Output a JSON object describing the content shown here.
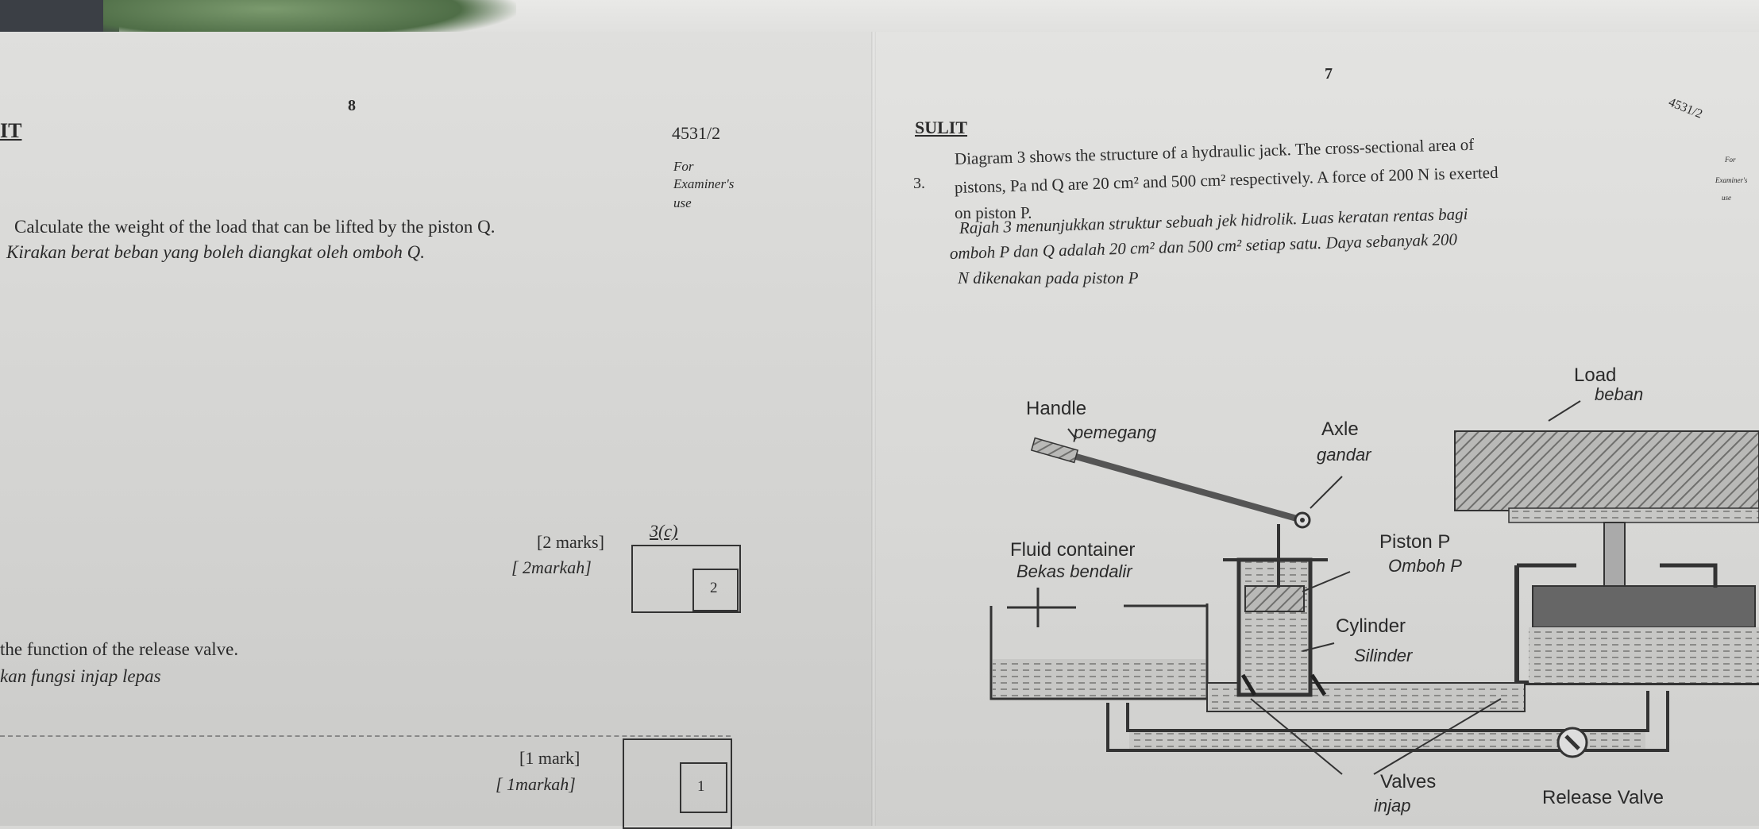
{
  "left_page": {
    "page_number": "8",
    "edge_letter": "IT",
    "paper_code": "4531/2",
    "examiner_note": [
      "For",
      "Examiner's",
      "use"
    ],
    "question_prompt_en": "Calculate the weight of the load that can be lifted by the piston Q.",
    "question_prompt_ms": "Kirakan berat beban yang boleh diangkat oleh omboh Q.",
    "marks_en_1": "[2 marks]",
    "marks_ms_1": "[ 2markah]",
    "question_ref": "3(c)",
    "score_1": "2",
    "function_prompt_en": "the function of the release valve.",
    "function_prompt_ms": "kan fungsi injap lepas",
    "marks_en_2": "[1 mark]",
    "marks_ms_2": "[ 1markah]",
    "score_2": "1"
  },
  "right_page": {
    "page_number": "7",
    "header": "SULIT",
    "paper_code_corner": "4531/2",
    "examiner_corner": [
      "For",
      "Examiner's",
      "use"
    ],
    "question_number": "3.",
    "text_en": [
      "Diagram 3 shows the structure of a hydraulic jack. The cross-sectional area of",
      "pistons, Pa nd  Q are 20 cm² and 500 cm² respectively. A force of 200 N is exerted",
      "on piston P."
    ],
    "text_ms": [
      "Rajah 3 menunjukkan struktur sebuah jek hidrolik. Luas keratan rentas bagi",
      "omboh P dan Q adalah 20 cm² dan 500 cm²  setiap satu. Daya sebanyak 200",
      "N dikenakan pada piston P"
    ]
  },
  "diagram": {
    "load_en": "Load",
    "load_ms": "beban",
    "handle_en": "Handle",
    "handle_ms": "pemegang",
    "axle_en": "Axle",
    "axle_ms": "gandar",
    "fluid_en": "Fluid container",
    "fluid_ms": "Bekas bendalir",
    "piston_en": "Piston P",
    "piston_ms": "Omboh P",
    "cylinder_en": "Cylinder",
    "cylinder_ms": "Silinder",
    "valves_en": "Valves",
    "valves_ms": "injap",
    "release_valve": "Release Valve"
  },
  "colors": {
    "ink": "#2a2a2a",
    "hatch": "#8f8f8d",
    "paper": "#dcdcda"
  }
}
